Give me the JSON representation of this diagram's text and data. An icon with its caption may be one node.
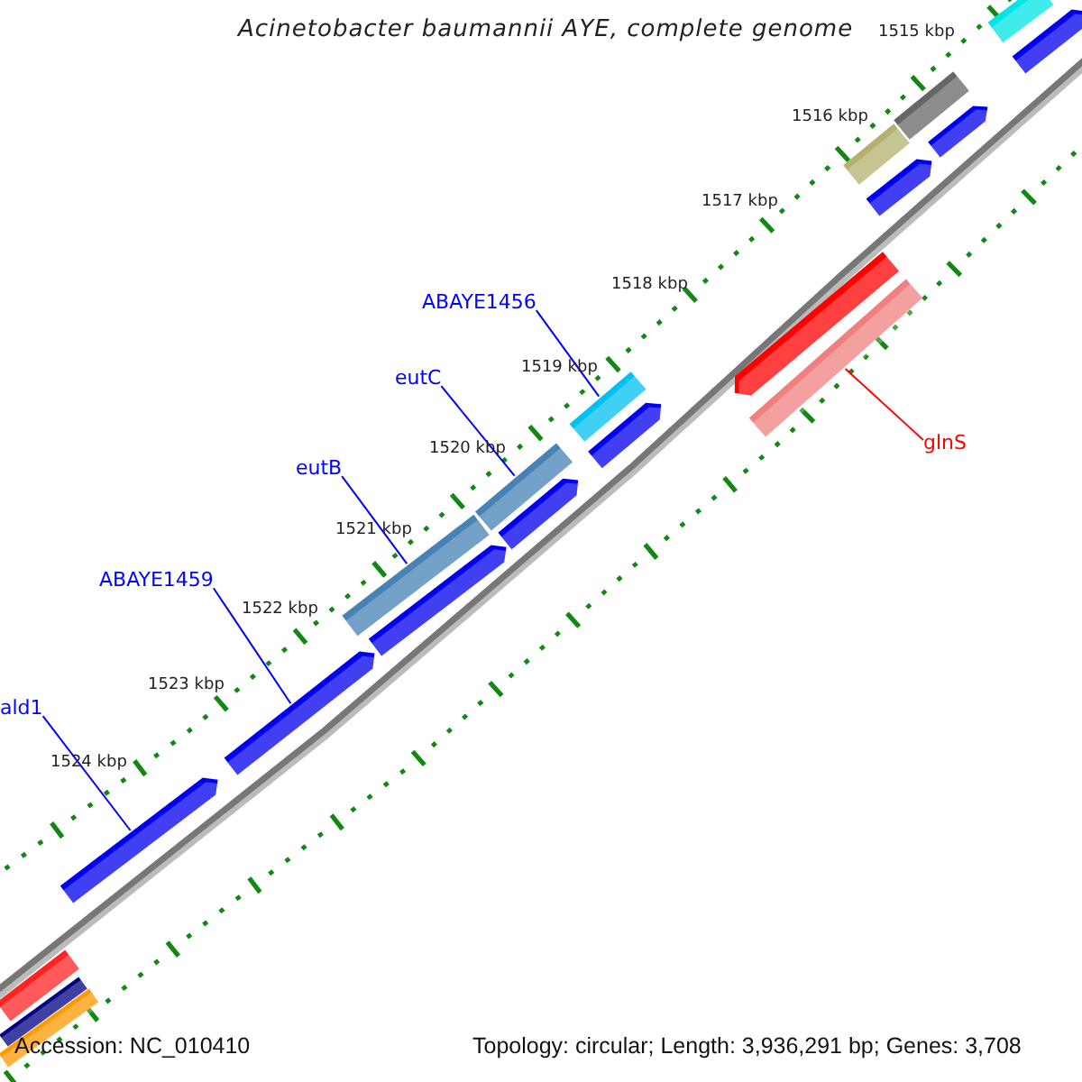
{
  "diagram": {
    "title": "Acinetobacter baumannii AYE, complete genome",
    "nodes": [
      {
        "text": [
          "ABAYE1456"
        ]
      },
      {
        "text": [
          "eutC"
        ]
      },
      {
        "text": [
          "eutB"
        ]
      },
      {
        "text": [
          "ABAYE1459"
        ]
      },
      {
        "text": [
          "ald1"
        ]
      },
      {
        "text": [
          "glnS"
        ]
      },
      {
        "text": [],
        "shape": "bar"
      },
      {
        "text": [],
        "shape": "arrow"
      },
      {
        "text": [],
        "shape": "bar"
      },
      {
        "text": [],
        "shape": "arrow"
      },
      {
        "text": [],
        "shape": "bar"
      },
      {
        "text": [],
        "shape": "arrow"
      },
      {
        "text": [],
        "shape": "arrow"
      },
      {
        "text": [],
        "shape": "bar"
      },
      {
        "text": [],
        "shape": "bar"
      },
      {
        "text": [],
        "shape": "arrow"
      },
      {
        "text": [],
        "shape": "bar"
      },
      {
        "text": [],
        "shape": "arrow"
      },
      {
        "text": [],
        "shape": "bar"
      },
      {
        "text": [],
        "shape": "arrow"
      },
      {
        "text": [],
        "shape": "arrow"
      },
      {
        "text": [],
        "shape": "arrow"
      },
      {
        "text": [],
        "shape": "bar"
      },
      {
        "text": [],
        "shape": "bar"
      },
      {
        "text": [],
        "shape": "bar"
      }
    ],
    "edges": [
      {
        "from": 0,
        "to": 14,
        "arrow": "none"
      },
      {
        "from": 1,
        "to": 16,
        "arrow": "none"
      },
      {
        "from": 2,
        "to": 18,
        "arrow": "none"
      },
      {
        "from": 3,
        "to": 20,
        "arrow": "none"
      },
      {
        "from": 4,
        "to": 21,
        "arrow": "none"
      },
      {
        "from": 5,
        "to": 13,
        "arrow": "none",
        "color": "#ff0000"
      }
    ],
    "labels": [
      "1515 kbp",
      "1516 kbp",
      "1517 kbp",
      "1518 kbp",
      "1519 kbp",
      "1520 kbp",
      "1521 kbp",
      "1522 kbp",
      "1523 kbp",
      "1524 kbp",
      "Accession: NC_010410",
      "Topology: circular; Length: 3,936,291 bp; Genes: 3,708"
    ]
  }
}
